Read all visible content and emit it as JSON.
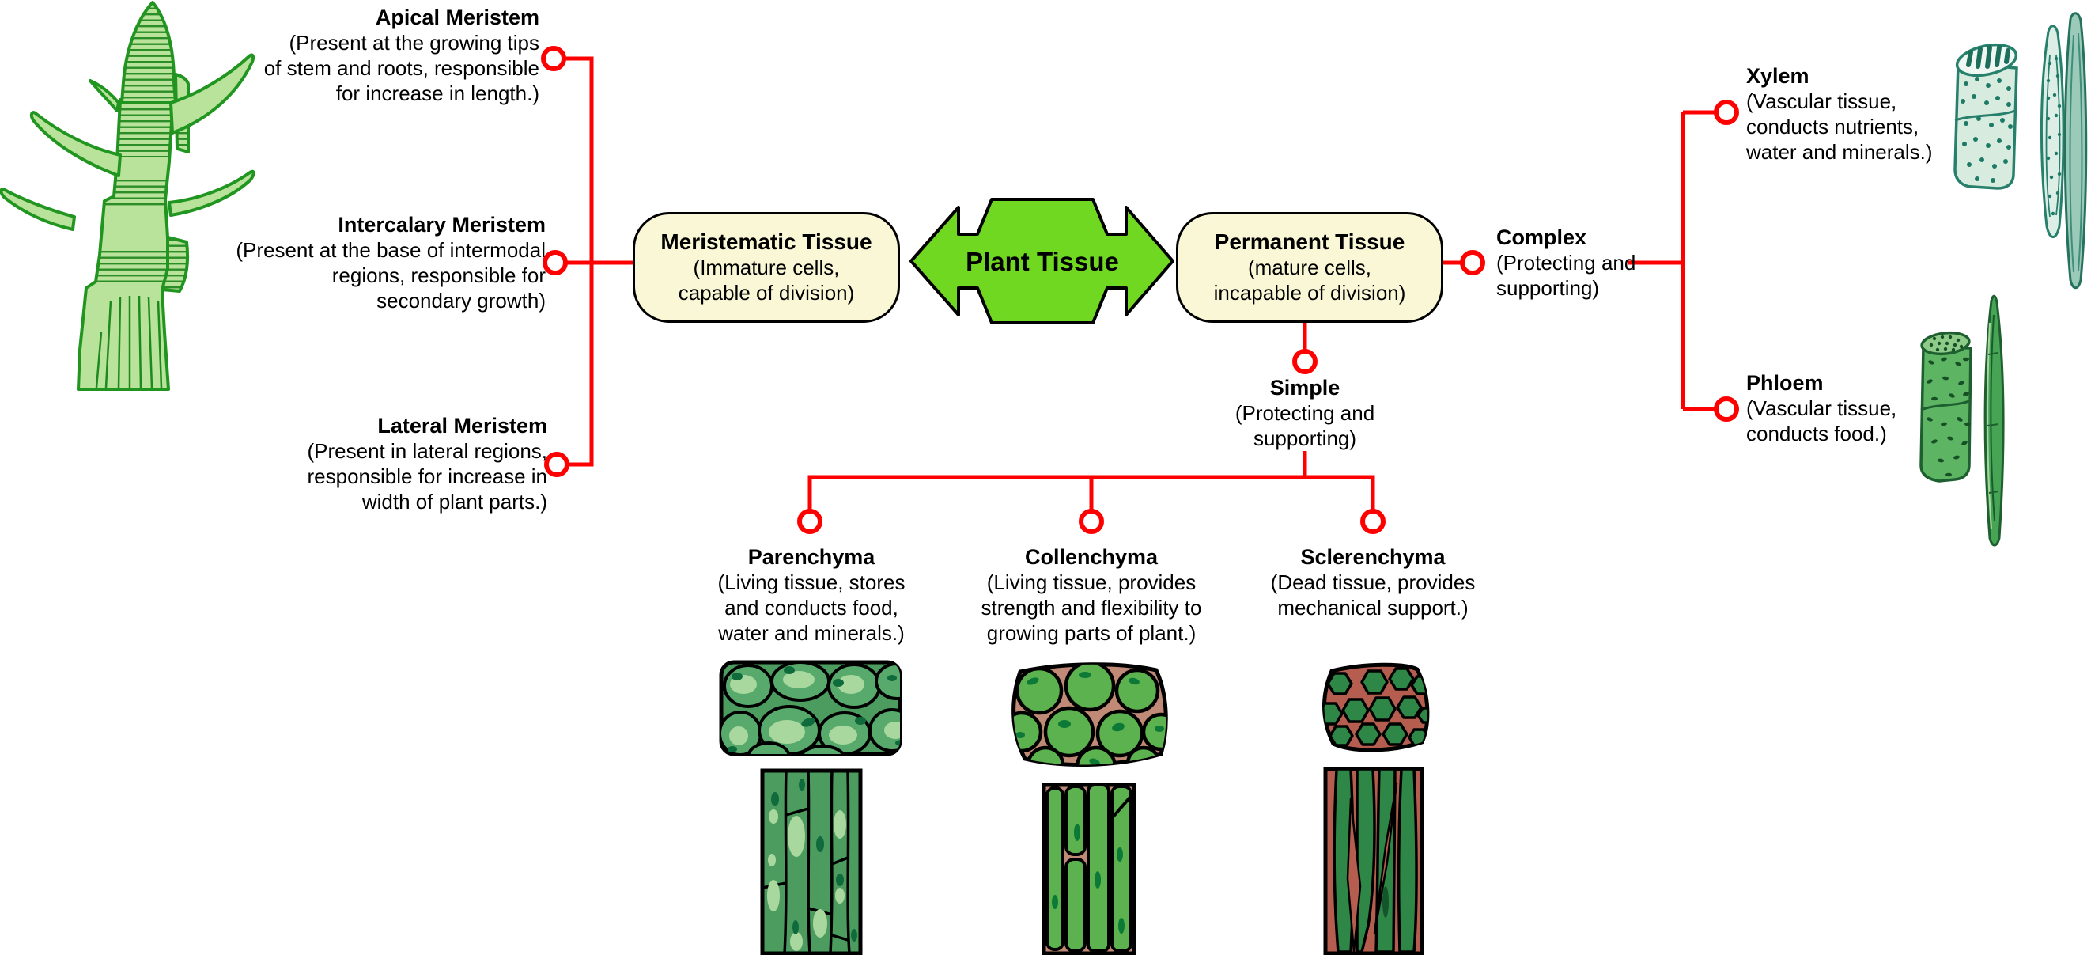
{
  "diagram": {
    "center": {
      "title": "Plant Tissue"
    },
    "meristematic_box": {
      "title": "Meristematic Tissue",
      "subtitle": "(Immature cells,\ncapable of division)"
    },
    "permanent_box": {
      "title": "Permanent Tissue",
      "subtitle": "(mature cells,\nincapable of division)"
    },
    "meristem_types": [
      {
        "id": "apical",
        "title": "Apical Meristem",
        "description": "(Present at the growing tips\nof stem and roots, responsible\nfor increase in length.)"
      },
      {
        "id": "intercalary",
        "title": "Intercalary Meristem",
        "description": "(Present at the base of intermodal\nregions, responsible for\nsecondary growth)"
      },
      {
        "id": "lateral",
        "title": "Lateral Meristem",
        "description": "(Present in lateral regions,\nresponsible for increase in\nwidth of plant parts.)"
      }
    ],
    "complex_branch": {
      "title": "Complex",
      "description": "(Protecting and\nsupporting)"
    },
    "simple_branch": {
      "title": "Simple",
      "description": "(Protecting and\nsupporting)"
    },
    "complex_types": [
      {
        "id": "xylem",
        "title": "Xylem",
        "description": "(Vascular tissue,\nconducts nutrients,\nwater and minerals.)"
      },
      {
        "id": "phloem",
        "title": "Phloem",
        "description": "(Vascular tissue,\nconducts food.)"
      }
    ],
    "simple_types": [
      {
        "id": "parenchyma",
        "title": "Parenchyma",
        "description": "(Living tissue, stores\nand conducts food,\nwater and minerals.)"
      },
      {
        "id": "collenchyma",
        "title": "Collenchyma",
        "description": "(Living tissue, provides\nstrength and flexibility to\ngrowing parts of plant.)"
      },
      {
        "id": "sclerenchyma",
        "title": "Sclerenchyma",
        "description": "(Dead tissue, provides\nmechanical support.)"
      }
    ],
    "illustration_names": [
      "plant-shoot-illustration",
      "parenchyma-cross-section-illustration",
      "parenchyma-longitudinal-illustration",
      "collenchyma-cross-section-illustration",
      "collenchyma-longitudinal-illustration",
      "sclerenchyma-cross-section-illustration",
      "sclerenchyma-longitudinal-illustration",
      "xylem-vessel-illustration",
      "phloem-sieve-tube-illustration"
    ],
    "colors": {
      "connector": "#ff0000",
      "node_box_fill": "#f9f7d6",
      "node_box_border": "#000000",
      "arrow_fill": "#70d821",
      "plant_fill": "#b9e29b",
      "plant_stroke": "#20951f",
      "parenchyma_green": "#4c9c60",
      "collenchyma_wall": "#c08a76",
      "collenchyma_cell": "#5cb24e",
      "sclerenchyma_wall": "#b55e50",
      "sclerenchyma_cell": "#2e8746",
      "xylem_teal": "#27806b",
      "phloem_green": "#5db463"
    }
  }
}
